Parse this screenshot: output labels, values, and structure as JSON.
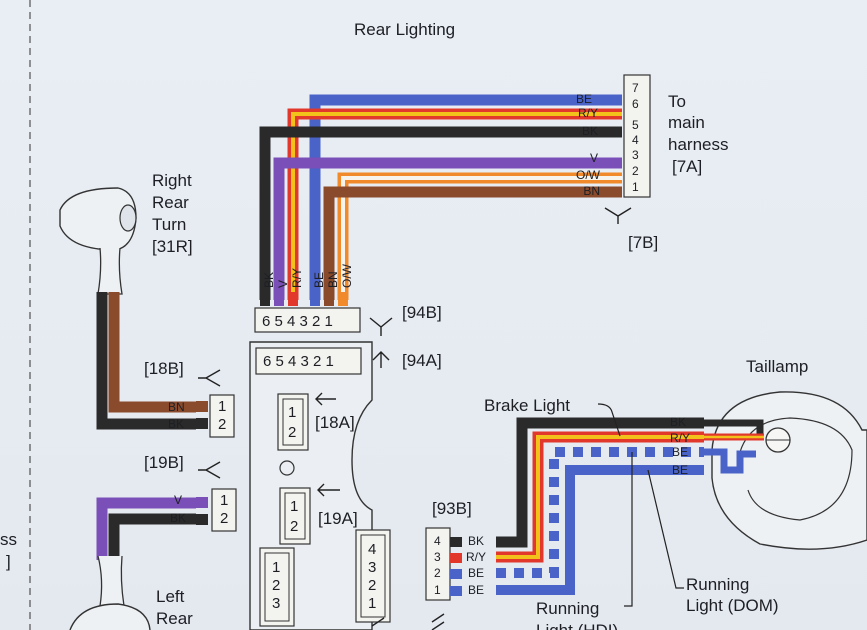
{
  "title": "Rear Lighting",
  "colors": {
    "BE": "#4a63c9",
    "RY_red": "#e2382c",
    "RY_yellow": "#f2c21a",
    "BK": "#2a2a2a",
    "V": "#7b4fb8",
    "OW_orange": "#f08a2a",
    "OW_white": "#f7f4ee",
    "BN": "#8a4a2c",
    "ink": "#1d1f24"
  },
  "main_harness": {
    "label_lines": [
      "To",
      "main",
      "harness",
      "[7A]"
    ],
    "pins": [
      "7",
      "6",
      "5",
      "4",
      "3",
      "2",
      "1"
    ],
    "wires": [
      "BE",
      "R/Y",
      "BK",
      "V",
      "O/W",
      "BN"
    ],
    "ref": "[7B]"
  },
  "right_turn": {
    "label_lines": [
      "Right",
      "Rear",
      "Turn",
      "[31R]"
    ],
    "connector_ref": "[18B]",
    "wires": [
      "BN",
      "BK"
    ],
    "pins": [
      "1",
      "2"
    ]
  },
  "left_turn": {
    "label_lines": [
      "Left",
      "Rear"
    ],
    "connector_ref": "[19B]",
    "wires": [
      "V",
      "BK"
    ],
    "pins": [
      "1",
      "2"
    ]
  },
  "vertical_wires": [
    "BK",
    "V",
    "R/Y",
    "BE",
    "BN",
    "O/W"
  ],
  "connector_94B": {
    "ref": "[94B]",
    "pins": "6 5 4 3 2 1"
  },
  "connector_94A": {
    "ref": "[94A]",
    "pins": "6 5 4 3 2 1"
  },
  "module": {
    "c18A": {
      "ref": "[18A]",
      "pins": [
        "1",
        "2"
      ]
    },
    "c19A": {
      "ref": "[19A]",
      "pins": [
        "1",
        "2"
      ]
    },
    "c123": {
      "pins": [
        "1",
        "2",
        "3"
      ]
    },
    "c4321": {
      "pins": [
        "4",
        "3",
        "2",
        "1"
      ]
    }
  },
  "connector_93B": {
    "ref": "[93B]",
    "pins": [
      "4",
      "3",
      "2",
      "1"
    ],
    "wires": [
      "BK",
      "R/Y",
      "BE",
      "BE"
    ]
  },
  "taillamp": {
    "label": "Taillamp",
    "wires": [
      "BK",
      "R/Y",
      "BE",
      "BE"
    ]
  },
  "annotations": {
    "brake_light": "Brake Light",
    "running_light_dom": [
      "Running",
      "Light (DOM)"
    ],
    "running_light_hdi": [
      "Running",
      "Light (HDI)"
    ],
    "left_edge_fragment": [
      "ss",
      "]"
    ]
  }
}
